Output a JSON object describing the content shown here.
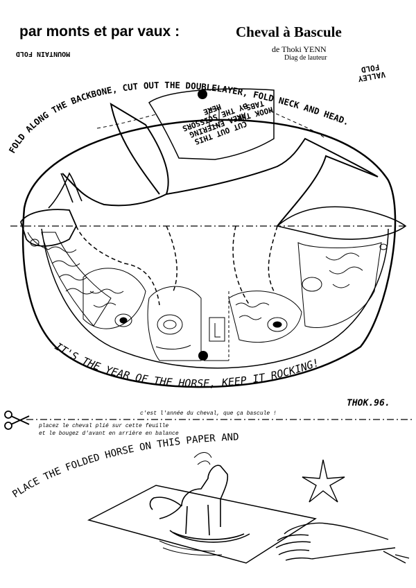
{
  "header": {
    "title_fr": "par monts et par vaux :",
    "title_model": "Cheval à Bascule",
    "author": "de Thoki YENN",
    "credit": "Diag de lauteur"
  },
  "labels": {
    "mountain_fold": "MOUNTAIN FOLD",
    "valley_fold": "VALLEY FOLD",
    "arc_instruction": "FOLD ALONG THE BACKBONE, CUT OUT THE DOUBLELAYER, FOLD NECK AND HEAD.",
    "cut_out_area": "CUT OUT THIS AREA ENTERING BY THE SCISSORS HERE",
    "hook_tabs": "HOOK THE TABS.",
    "year_of_horse": "IT'S THE YEAR OF THE HORSE, KEEP IT ROCKING!",
    "signature": "THOK.96.",
    "fr_note_1": "c'est l'année du cheval, que ça bascule !",
    "fr_note_2": "placez le cheval plié sur cette feuille",
    "fr_note_3": "et le bougez d'avant en arrière en balance",
    "place_instruction": "PLACE THE FOLDED HORSE ON THIS PAPER AND"
  },
  "icons": [
    "scissors-icon",
    "star-icon",
    "hand-icon",
    "rocking-horse-icon"
  ]
}
